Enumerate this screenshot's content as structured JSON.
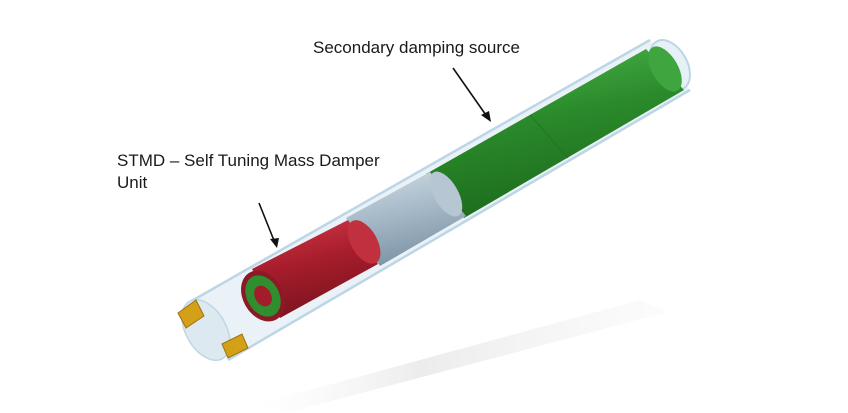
{
  "labels": {
    "secondary": "Secondary damping source",
    "stmd_line1": "STMD – Self Tuning Mass Damper",
    "stmd_line2": "Unit"
  },
  "components": {
    "outer_housing": "transparent-tube",
    "secondary_damper": "green-cylinder",
    "spacer": "grey-cylinder",
    "stmd_unit": "red-cylinder",
    "inserts": "gold-cutting-insert"
  },
  "colors": {
    "housing": "#a9cce3",
    "green": "#2e8b2e",
    "grey": "#a7bccb",
    "red": "#b02030",
    "gold": "#d4a017"
  }
}
